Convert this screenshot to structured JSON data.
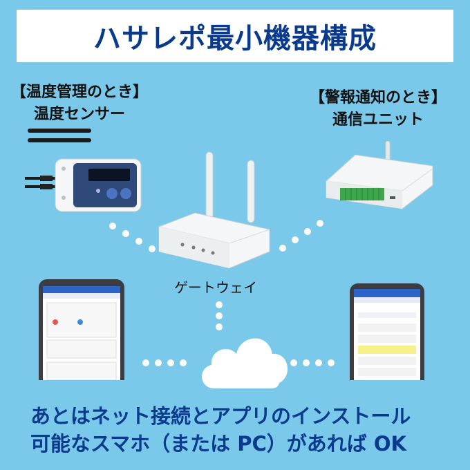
{
  "title": "ハサレポ最小機器構成",
  "sensor": {
    "heading": "【温度管理のとき】",
    "name": "温度センサー"
  },
  "notifier": {
    "heading": "【警報通知のとき】",
    "name": "通信ユニット"
  },
  "gateway": {
    "name": "ゲートウェイ"
  },
  "footer": {
    "line1": "あとはネット接続とアプリのインストール",
    "line2": "可能なスマホ（または PC）があれば OK"
  },
  "colors": {
    "background": "#7ac8ea",
    "title_text": "#0a3a8c",
    "footer_text": "#0a3a8c",
    "device_white": "#f4f6f7",
    "terminal_green": "#3ea64a",
    "sensor_panel": "#2f4a78"
  }
}
